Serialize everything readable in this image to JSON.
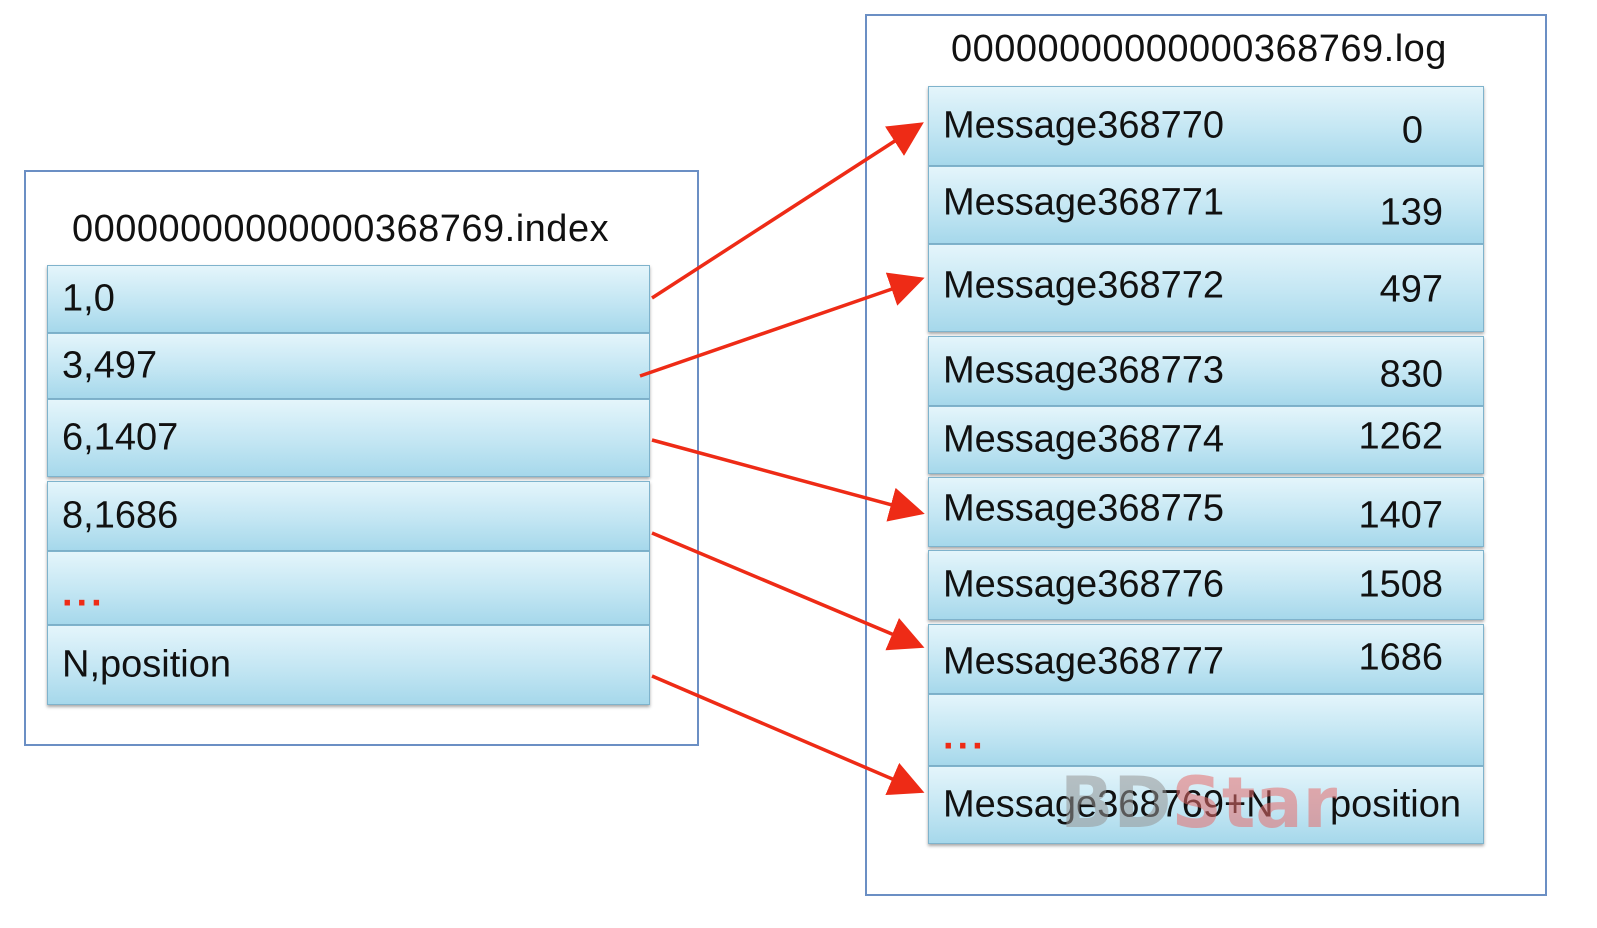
{
  "index_file": {
    "title": "00000000000000368769.index",
    "entries": [
      "1,0",
      "3,497",
      "6,1407",
      "8,1686",
      "...",
      "N,position"
    ]
  },
  "log_file": {
    "title": "00000000000000368769.log",
    "messages": [
      {
        "name": "Message368770",
        "position": "0"
      },
      {
        "name": "Message368771",
        "position": "139"
      },
      {
        "name": "Message368772",
        "position": "497"
      },
      {
        "name": "Message368773",
        "position": "830"
      },
      {
        "name": "Message368774",
        "position": "1262"
      },
      {
        "name": "Message368775",
        "position": "1407"
      },
      {
        "name": "Message368776",
        "position": "1508"
      },
      {
        "name": "Message368777",
        "position": "1686"
      },
      {
        "name": "...",
        "position": ""
      },
      {
        "name": "Message368769+N",
        "position": "position"
      }
    ]
  },
  "links": [
    {
      "from": "1,0",
      "to": "Message368770"
    },
    {
      "from": "3,497",
      "to": "Message368772"
    },
    {
      "from": "6,1407",
      "to": "Message368775"
    },
    {
      "from": "8,1686",
      "to": "Message368777"
    },
    {
      "from": "N,position",
      "to": "Message368769+N"
    }
  ],
  "watermark": {
    "part1": "BD",
    "part2": "Star"
  },
  "colors": {
    "arrow": "#ee2b16",
    "cell_top": "#e4f5fb",
    "cell_bottom": "#a6d8eb",
    "border": "#6b8fc4",
    "dots": "#ee2b16"
  }
}
